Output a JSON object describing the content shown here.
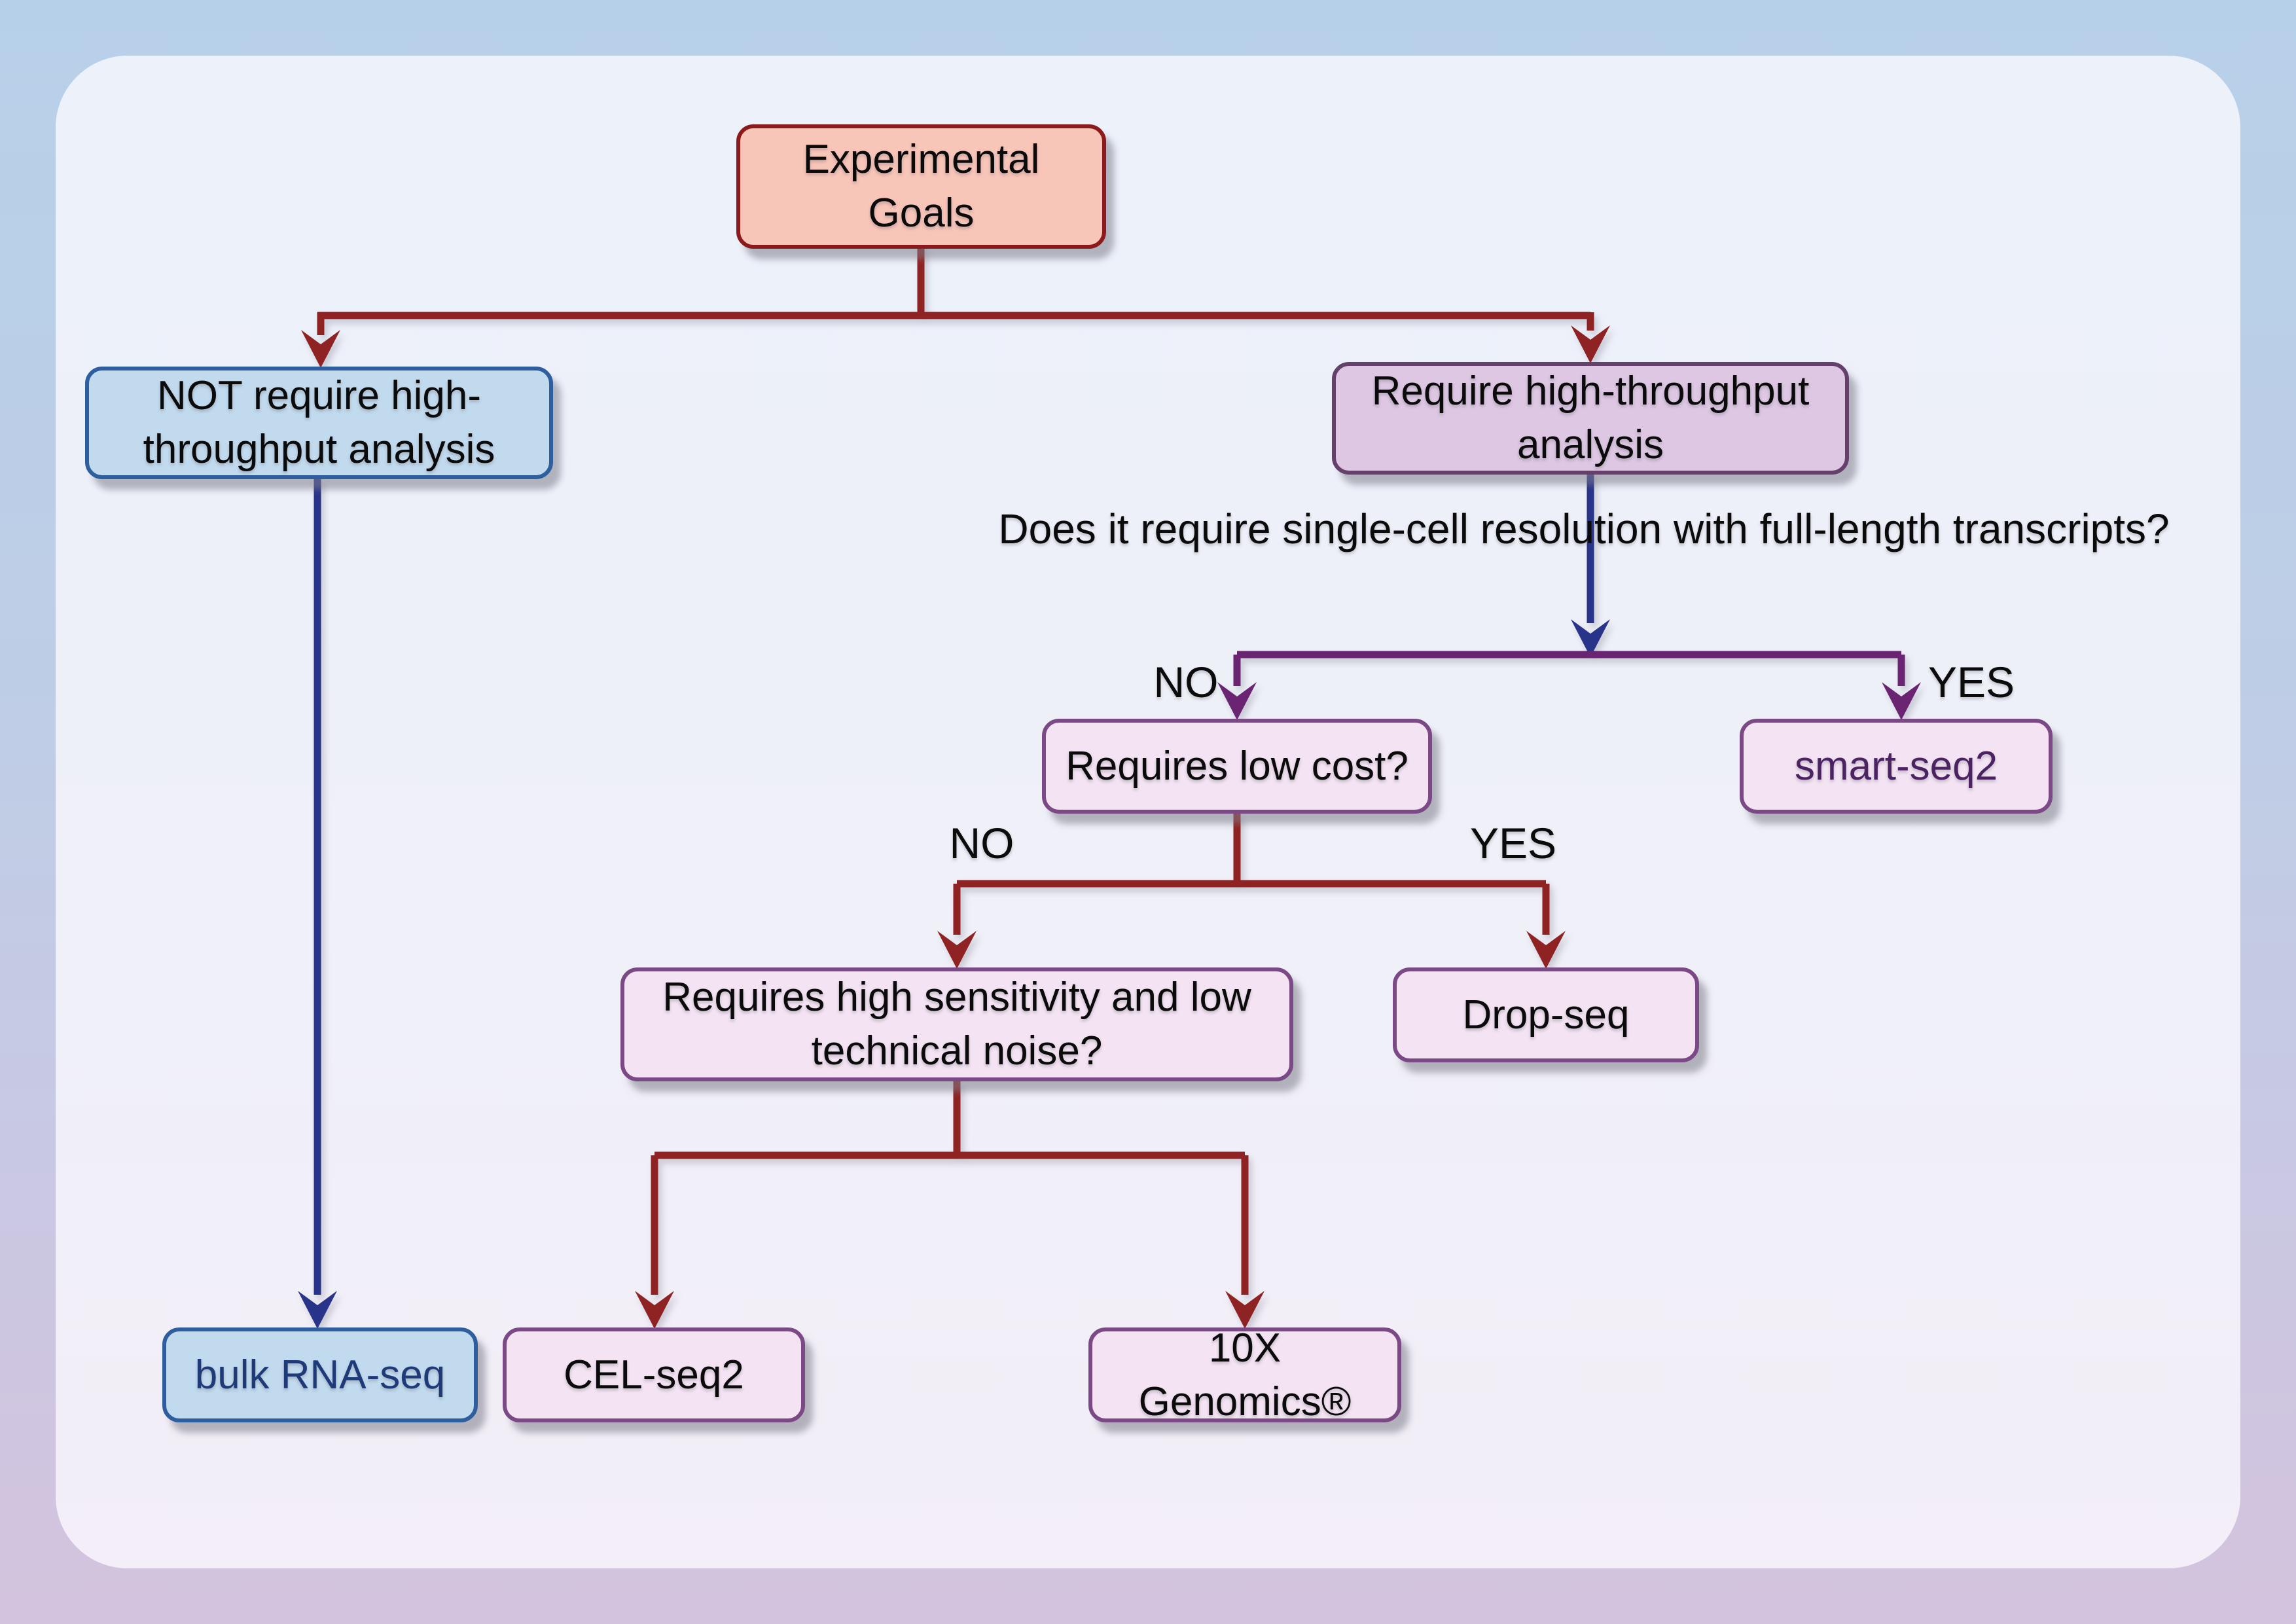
{
  "diagram": {
    "title": "RNA-seq method selection decision tree",
    "nodes": {
      "experimental_goals": {
        "label": "Experimental Goals"
      },
      "not_high_throughput": {
        "label": "NOT require high-throughput analysis"
      },
      "require_high_throughput": {
        "label": "Require high-throughput analysis"
      },
      "question_full_length": {
        "label": "Does it require single-cell resolution with full-length transcripts?"
      },
      "requires_low_cost": {
        "label": "Requires low cost?"
      },
      "smart_seq2": {
        "label": "smart-seq2"
      },
      "requires_sensitivity": {
        "label": "Requires high sensitivity and low technical noise?"
      },
      "drop_seq": {
        "label": "Drop-seq"
      },
      "bulk_rna_seq": {
        "label": "bulk RNA-seq"
      },
      "cel_seq2": {
        "label": "CEL-seq2"
      },
      "tenx_genomics": {
        "label": "10X Genomics®"
      }
    },
    "branch_labels": {
      "single_cell_no": "NO",
      "single_cell_yes": "YES",
      "low_cost_no": "NO",
      "low_cost_yes": "YES"
    },
    "colors": {
      "frame_top": "#b7d0e9",
      "frame_bottom": "#d4c3de",
      "panel_top": "#ecf1fa",
      "panel_bottom": "#f3eef7",
      "red_line": "#8f2223",
      "navy_line": "#283489",
      "purple_line": "#6b2472",
      "root_fill": "#f8c5b9",
      "root_border": "#8c1a1c",
      "blue_fill": "#c2daee",
      "blue_border": "#2f5e9e",
      "blue_text": "#1f3a78",
      "mauve_fill": "#ddc7e3",
      "mauve_border": "#64406a",
      "pink_fill": "#f3e3f3",
      "pink_border": "#7b4a86",
      "purple_text": "#4b2363"
    }
  }
}
